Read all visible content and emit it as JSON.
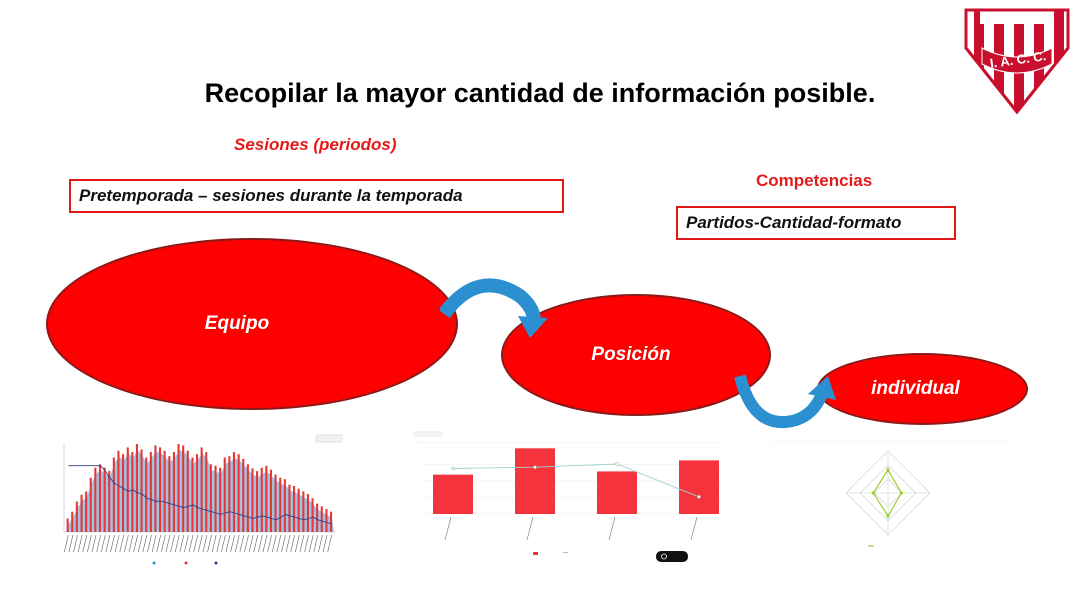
{
  "slide": {
    "title": "Recopilar la mayor cantidad de información posible.",
    "sessions_heading": "Sesiones (periodos)",
    "sessions_box": "Pretemporada – sesiones durante la temporada",
    "competitions_heading": "Competencias",
    "competitions_box": "Partidos-Cantidad-formato",
    "logo_text": "I. A. C. C."
  },
  "flow": {
    "team": "Equipo",
    "position": "Posición",
    "individual": "individual"
  },
  "colors": {
    "accent_red": "#fe0000",
    "text_red": "#e31b1b",
    "arrow_blue": "#2b8fd0",
    "chart_fill_blue": "#8fb7e0",
    "chart_line_navy": "#2a3f8f",
    "radar_green": "#9acd32"
  },
  "chart_data": [
    {
      "type": "bar",
      "title": "",
      "series": [
        {
          "values": [
            20,
            30,
            45,
            55,
            60,
            80,
            95,
            100,
            95,
            90,
            110,
            120,
            115,
            125,
            118,
            130,
            122,
            110,
            118,
            128,
            125,
            120,
            112,
            118,
            130,
            128,
            120,
            110,
            115,
            125,
            118,
            100,
            98,
            95,
            110,
            112,
            118,
            115,
            108,
            100,
            94,
            90,
            95,
            98,
            92,
            85,
            80,
            78,
            70,
            68,
            64,
            60,
            56,
            50,
            42,
            38,
            34,
            30
          ]
        },
        {
          "values": [
            98,
            98,
            98,
            98,
            98,
            98,
            98,
            98,
            90,
            80,
            72,
            68,
            64,
            60,
            62,
            58,
            56,
            50,
            48,
            45,
            46,
            44,
            42,
            40,
            38,
            36,
            38,
            40,
            36,
            34,
            32,
            30,
            28,
            26,
            28,
            30,
            28,
            26,
            24,
            22,
            20,
            22,
            24,
            22,
            20,
            18,
            22,
            26,
            24,
            22,
            20,
            18,
            20,
            22,
            18,
            16,
            14,
            12
          ]
        }
      ]
    },
    {
      "type": "bar",
      "title": "",
      "categories": [
        "",
        "",
        "",
        ""
      ],
      "series": [
        {
          "values": [
            477,
            796,
            516,
            650
          ]
        },
        {
          "values": [
            7.81,
            8.0,
            8.48,
            3.5
          ]
        }
      ],
      "ylim": [
        0,
        800
      ]
    },
    {
      "type": "radar",
      "title": "",
      "axes": [
        "",
        "",
        "",
        ""
      ],
      "series": [
        {
          "values": [
            0.55,
            0.32,
            0.55,
            0.35
          ]
        }
      ]
    }
  ]
}
